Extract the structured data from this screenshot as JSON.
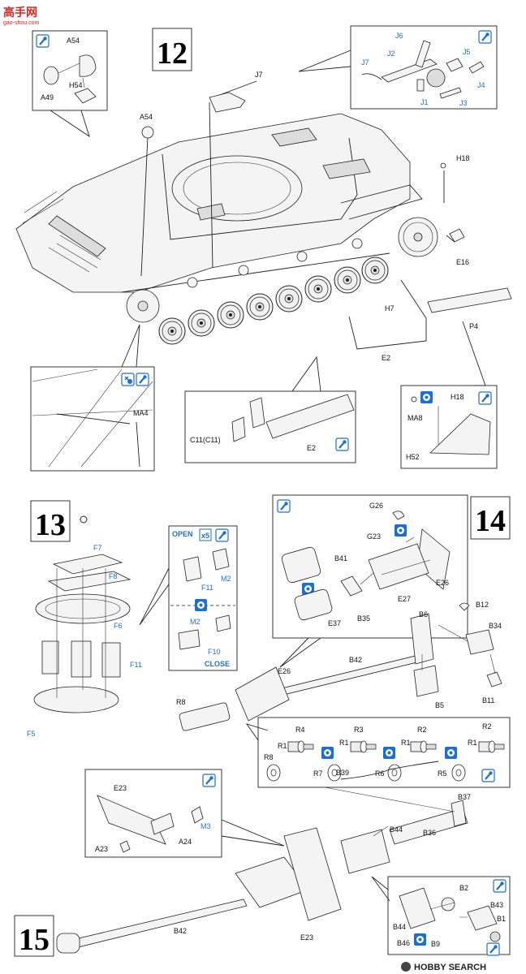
{
  "watermark": {
    "top_logo": "高手网",
    "top_url": "gao-shou.com",
    "bottom": "HOBBY SEARCH"
  },
  "steps": {
    "s12": "12",
    "s13": "13",
    "s14": "14",
    "s15": "15"
  },
  "labels": {
    "A54": "A54",
    "A49": "A49",
    "H54": "H54",
    "A54b": "A54",
    "J7": "J7",
    "J6": "J6",
    "J7b": "J7",
    "J2": "J2",
    "J5": "J5",
    "J4": "J4",
    "J1": "J1",
    "J3": "J3",
    "H18": "H18",
    "E16": "E16",
    "H7": "H7",
    "E2": "E2",
    "P4": "P4",
    "MA4": "MA4",
    "C11": "C11(C11)",
    "E2b": "E2",
    "MA8": "MA8",
    "H18b": "H18",
    "H52": "H52",
    "F7": "F7",
    "F8": "F8",
    "F6": "F6",
    "F11": "F11",
    "F5": "F5",
    "open": "OPEN",
    "x5": "x5",
    "F11b": "F11",
    "M2": "M2",
    "M2b": "M2",
    "F10": "F10",
    "close": "CLOSE",
    "G26": "G26",
    "G23": "G23",
    "B41": "B41",
    "E26": "E26",
    "E27": "E27",
    "E37": "E37",
    "B35": "B35",
    "B12": "B12",
    "B6": "B6",
    "B34": "B34",
    "B42": "B42",
    "E26b": "E26",
    "B5": "B5",
    "B11": "B11",
    "R8": "R8",
    "R4": "R4",
    "R3": "R3",
    "R2": "R2",
    "R2b": "R2",
    "R1a": "R1",
    "R1b": "R1",
    "R1c": "R1",
    "R1d": "R1",
    "R8b": "R8",
    "R7": "R7",
    "R6": "R6",
    "R5": "R5",
    "E23": "E23",
    "A23": "A23",
    "A24": "A24",
    "M3": "M3",
    "B39": "B39",
    "B37": "B37",
    "B44": "B44",
    "B36": "B36",
    "E23b": "E23",
    "B42b": "B42",
    "B2": "B2",
    "B43": "B43",
    "B1": "B1",
    "B44b": "B44",
    "B46": "B46",
    "B9": "B9"
  }
}
